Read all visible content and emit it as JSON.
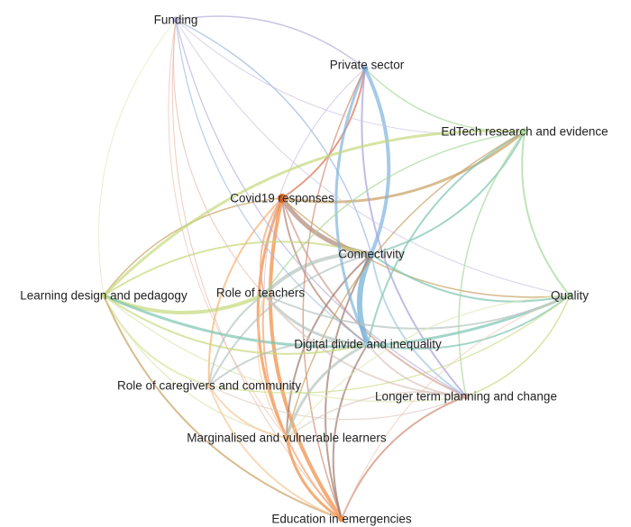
{
  "title": "Topic co-occurrence network",
  "nodes": [
    {
      "id": "funding",
      "label": "Funding",
      "color": "#b3a9d9"
    },
    {
      "id": "private",
      "label": "Private sector",
      "color": "#7fb3dd"
    },
    {
      "id": "edtech",
      "label": "EdTech research and evidence",
      "color": "#a6d99a"
    },
    {
      "id": "covid",
      "label": "Covid19 responses",
      "color": "#e6550d"
    },
    {
      "id": "connect",
      "label": "Connectivity",
      "color": "#6baed6"
    },
    {
      "id": "learning",
      "label": "Learning design and pedagogy",
      "color": "#c5d87a"
    },
    {
      "id": "teachers",
      "label": "Role of teachers",
      "color": "#a9bdb3"
    },
    {
      "id": "quality",
      "label": "Quality",
      "color": "#a1d99b"
    },
    {
      "id": "digital",
      "label": "Digital divide and inequality",
      "color": "#9ecae1"
    },
    {
      "id": "caregivers",
      "label": "Role of caregivers and community",
      "color": "#f5c99a"
    },
    {
      "id": "longer",
      "label": "Longer term planning and change",
      "color": "#c49c94"
    },
    {
      "id": "marginal",
      "label": "Marginalised and vulnerable learners",
      "color": "#fdae6b"
    },
    {
      "id": "emerg",
      "label": "Education in emergencies",
      "color": "#f08a3e"
    }
  ],
  "edges": [
    [
      "covid",
      "connect",
      5,
      "#b08878"
    ],
    [
      "covid",
      "emerg",
      4,
      "#f08a3e"
    ],
    [
      "covid",
      "marginal",
      3,
      "#f08a3e"
    ],
    [
      "covid",
      "caregivers",
      2,
      "#fdae6b"
    ],
    [
      "covid",
      "edtech",
      3,
      "#c8a060"
    ],
    [
      "covid",
      "private",
      2,
      "#d87050"
    ],
    [
      "covid",
      "digital",
      2,
      "#b08878"
    ],
    [
      "covid",
      "teachers",
      2,
      "#f5a070"
    ],
    [
      "covid",
      "quality",
      1.5,
      "#c8a060"
    ],
    [
      "covid",
      "longer",
      2,
      "#d0a090"
    ],
    [
      "covid",
      "learning",
      1.5,
      "#c8a060"
    ],
    [
      "connect",
      "digital",
      6,
      "#6baed6"
    ],
    [
      "connect",
      "private",
      4,
      "#7fb3dd"
    ],
    [
      "connect",
      "teachers",
      4,
      "#b5c4bd"
    ],
    [
      "connect",
      "edtech",
      2,
      "#7cc4b0"
    ],
    [
      "connect",
      "quality",
      2,
      "#7cc4b0"
    ],
    [
      "connect",
      "longer",
      2,
      "#9ecae1"
    ],
    [
      "connect",
      "marginal",
      2,
      "#a0786a"
    ],
    [
      "connect",
      "emerg",
      2,
      "#a0786a"
    ],
    [
      "connect",
      "learning",
      2,
      "#c5d87a"
    ],
    [
      "connect",
      "caregivers",
      2,
      "#b5c4bd"
    ],
    [
      "connect",
      "funding",
      1.5,
      "#9bb8e0"
    ],
    [
      "private",
      "digital",
      3,
      "#7fb3dd"
    ],
    [
      "private",
      "longer",
      2,
      "#a8a0d8"
    ],
    [
      "private",
      "funding",
      1.5,
      "#b3a9d9"
    ],
    [
      "private",
      "edtech",
      1.5,
      "#a6d99a"
    ],
    [
      "private",
      "teachers",
      1,
      "#c8b8d8"
    ],
    [
      "private",
      "emerg",
      1.5,
      "#d08a70"
    ],
    [
      "funding",
      "digital",
      1.2,
      "#9bb8e0"
    ],
    [
      "funding",
      "longer",
      1.2,
      "#b3a9d9"
    ],
    [
      "funding",
      "teachers",
      1,
      "#e0b0a8"
    ],
    [
      "funding",
      "quality",
      1,
      "#c8c0e0"
    ],
    [
      "funding",
      "emerg",
      1,
      "#e8b8a0"
    ],
    [
      "funding",
      "learning",
      1,
      "#dde8b8"
    ],
    [
      "funding",
      "edtech",
      1,
      "#c8c0e0"
    ],
    [
      "funding",
      "marginal",
      1,
      "#e8c0b8"
    ],
    [
      "edtech",
      "learning",
      3,
      "#c5d87a"
    ],
    [
      "edtech",
      "quality",
      2,
      "#a1d99b"
    ],
    [
      "edtech",
      "digital",
      2,
      "#7cc4b0"
    ],
    [
      "edtech",
      "teachers",
      1.5,
      "#a6d99a"
    ],
    [
      "edtech",
      "marginal",
      1.5,
      "#c8a060"
    ],
    [
      "edtech",
      "longer",
      1.5,
      "#a6d99a"
    ],
    [
      "learning",
      "teachers",
      4,
      "#c5d87a"
    ],
    [
      "learning",
      "quality",
      3,
      "#7cc4b0"
    ],
    [
      "learning",
      "digital",
      2,
      "#c5d87a"
    ],
    [
      "learning",
      "caregivers",
      2,
      "#dce29a"
    ],
    [
      "learning",
      "emerg",
      2,
      "#c8a060"
    ],
    [
      "learning",
      "longer",
      1.5,
      "#dde8b8"
    ],
    [
      "learning",
      "marginal",
      1.5,
      "#dde8b8"
    ],
    [
      "teachers",
      "digital",
      3,
      "#b5c4bd"
    ],
    [
      "teachers",
      "caregivers",
      2,
      "#b5c4bd"
    ],
    [
      "teachers",
      "longer",
      2,
      "#dcc8c0"
    ],
    [
      "teachers",
      "emerg",
      2,
      "#f5a070"
    ],
    [
      "teachers",
      "marginal",
      1.5,
      "#fdd0a2"
    ],
    [
      "teachers",
      "quality",
      2,
      "#b5c4bd"
    ],
    [
      "digital",
      "marginal",
      3,
      "#b5c4bd"
    ],
    [
      "digital",
      "caregivers",
      2,
      "#b5c4bd"
    ],
    [
      "digital",
      "longer",
      2,
      "#dcc8c0"
    ],
    [
      "digital",
      "quality",
      2,
      "#7cc4b0"
    ],
    [
      "digital",
      "emerg",
      2,
      "#a0786a"
    ],
    [
      "caregivers",
      "marginal",
      2,
      "#f5c99a"
    ],
    [
      "caregivers",
      "emerg",
      2,
      "#f5c99a"
    ],
    [
      "caregivers",
      "quality",
      1.2,
      "#c5d87a"
    ],
    [
      "caregivers",
      "longer",
      1.2,
      "#dcc8c0"
    ],
    [
      "longer",
      "emerg",
      2,
      "#d08a70"
    ],
    [
      "longer",
      "marginal",
      1.5,
      "#dcc8c0"
    ],
    [
      "longer",
      "quality",
      1.5,
      "#c5d87a"
    ],
    [
      "marginal",
      "emerg",
      3,
      "#f08a3e"
    ],
    [
      "quality",
      "emerg",
      1,
      "#f0c8b8"
    ],
    [
      "quality",
      "marginal",
      1.2,
      "#dde8b8"
    ]
  ]
}
